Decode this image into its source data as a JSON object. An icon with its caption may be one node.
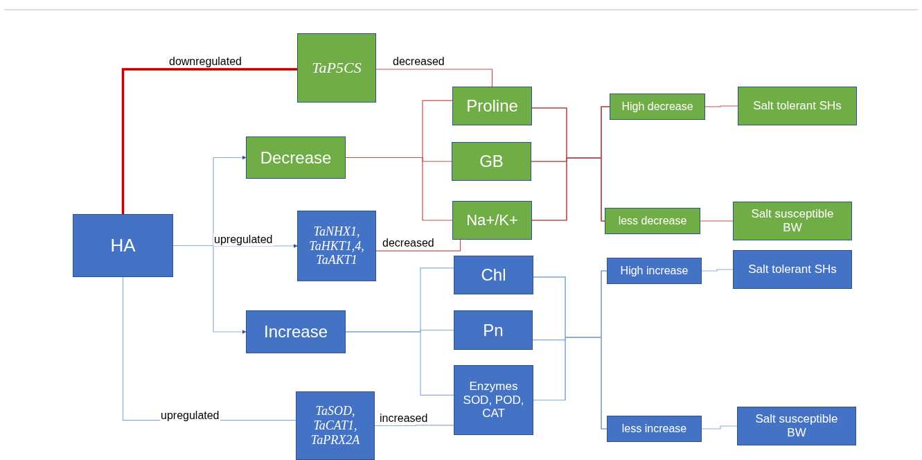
{
  "diagram": {
    "nodes": [
      {
        "text": [
          "HA"
        ]
      },
      {
        "text": [
          "TaP5CS"
        ]
      },
      {
        "text": [
          "Decrease"
        ]
      },
      {
        "text": [
          "TaNHX1, TaHKT1,4, TaAKT1"
        ]
      },
      {
        "text": [
          "Increase"
        ]
      },
      {
        "text": [
          "TaSOD, TaCAT1, TaPRX2A"
        ]
      },
      {
        "text": [
          "Proline"
        ]
      },
      {
        "text": [
          "GB"
        ]
      },
      {
        "text": [
          "Na+/K+"
        ]
      },
      {
        "text": [
          "Chl"
        ]
      },
      {
        "text": [
          "Pn"
        ]
      },
      {
        "text": [
          "Enzymes SOD, POD, CAT"
        ]
      },
      {
        "text": [
          "High decrease"
        ]
      },
      {
        "text": [
          "less decrease"
        ]
      },
      {
        "text": [
          "High increase"
        ]
      },
      {
        "text": [
          "less increase"
        ]
      },
      {
        "text": [
          "Salt tolerant SHs"
        ]
      },
      {
        "text": [
          "Salt susceptible BW"
        ]
      },
      {
        "text": [
          "Salt tolerant SHs"
        ]
      },
      {
        "text": [
          "Salt susceptible BW"
        ]
      }
    ],
    "edges": [
      {
        "from": 0,
        "to": 1,
        "arrow": "none",
        "label": "downregulated",
        "style": "thick",
        "color": "#c00000"
      },
      {
        "from": 1,
        "to": 6,
        "arrow": "none",
        "label": "decreased",
        "color": "#c0504d"
      },
      {
        "from": 0,
        "to": 2,
        "arrow": "to"
      },
      {
        "from": 0,
        "to": 3,
        "arrow": "to",
        "label": "upregulated"
      },
      {
        "from": 0,
        "to": 4,
        "arrow": "to"
      },
      {
        "from": 0,
        "to": 5,
        "arrow": "none",
        "label": "upregulated"
      },
      {
        "from": 3,
        "to": 8,
        "arrow": "none",
        "label": "decreased",
        "color": "#c0504d"
      },
      {
        "from": 5,
        "to": 11,
        "arrow": "none",
        "label": "increased"
      },
      {
        "from": 2,
        "to": 6,
        "arrow": "none",
        "color": "#c0504d"
      },
      {
        "from": 2,
        "to": 7,
        "arrow": "none",
        "color": "#c0504d"
      },
      {
        "from": 2,
        "to": 8,
        "arrow": "none",
        "color": "#c0504d"
      },
      {
        "from": 4,
        "to": 9,
        "arrow": "none"
      },
      {
        "from": 4,
        "to": 10,
        "arrow": "none"
      },
      {
        "from": 4,
        "to": 11,
        "arrow": "none"
      },
      {
        "from": 6,
        "to": 12,
        "arrow": "none",
        "color": "#c0504d"
      },
      {
        "from": 6,
        "to": 13,
        "arrow": "none",
        "color": "#c0504d"
      },
      {
        "from": 7,
        "to": 12,
        "arrow": "none",
        "color": "#c0504d"
      },
      {
        "from": 7,
        "to": 13,
        "arrow": "none",
        "color": "#c0504d"
      },
      {
        "from": 8,
        "to": 12,
        "arrow": "none",
        "color": "#c0504d"
      },
      {
        "from": 8,
        "to": 13,
        "arrow": "none",
        "color": "#c0504d"
      },
      {
        "from": 9,
        "to": 14,
        "arrow": "none"
      },
      {
        "from": 9,
        "to": 15,
        "arrow": "none"
      },
      {
        "from": 10,
        "to": 14,
        "arrow": "none"
      },
      {
        "from": 10,
        "to": 15,
        "arrow": "none"
      },
      {
        "from": 11,
        "to": 14,
        "arrow": "none"
      },
      {
        "from": 11,
        "to": 15,
        "arrow": "none"
      },
      {
        "from": 12,
        "to": 16,
        "arrow": "none",
        "color": "#c0504d"
      },
      {
        "from": 13,
        "to": 17,
        "arrow": "none",
        "color": "#c0504d"
      },
      {
        "from": 14,
        "to": 18,
        "arrow": "none"
      },
      {
        "from": 15,
        "to": 19,
        "arrow": "none"
      }
    ]
  }
}
